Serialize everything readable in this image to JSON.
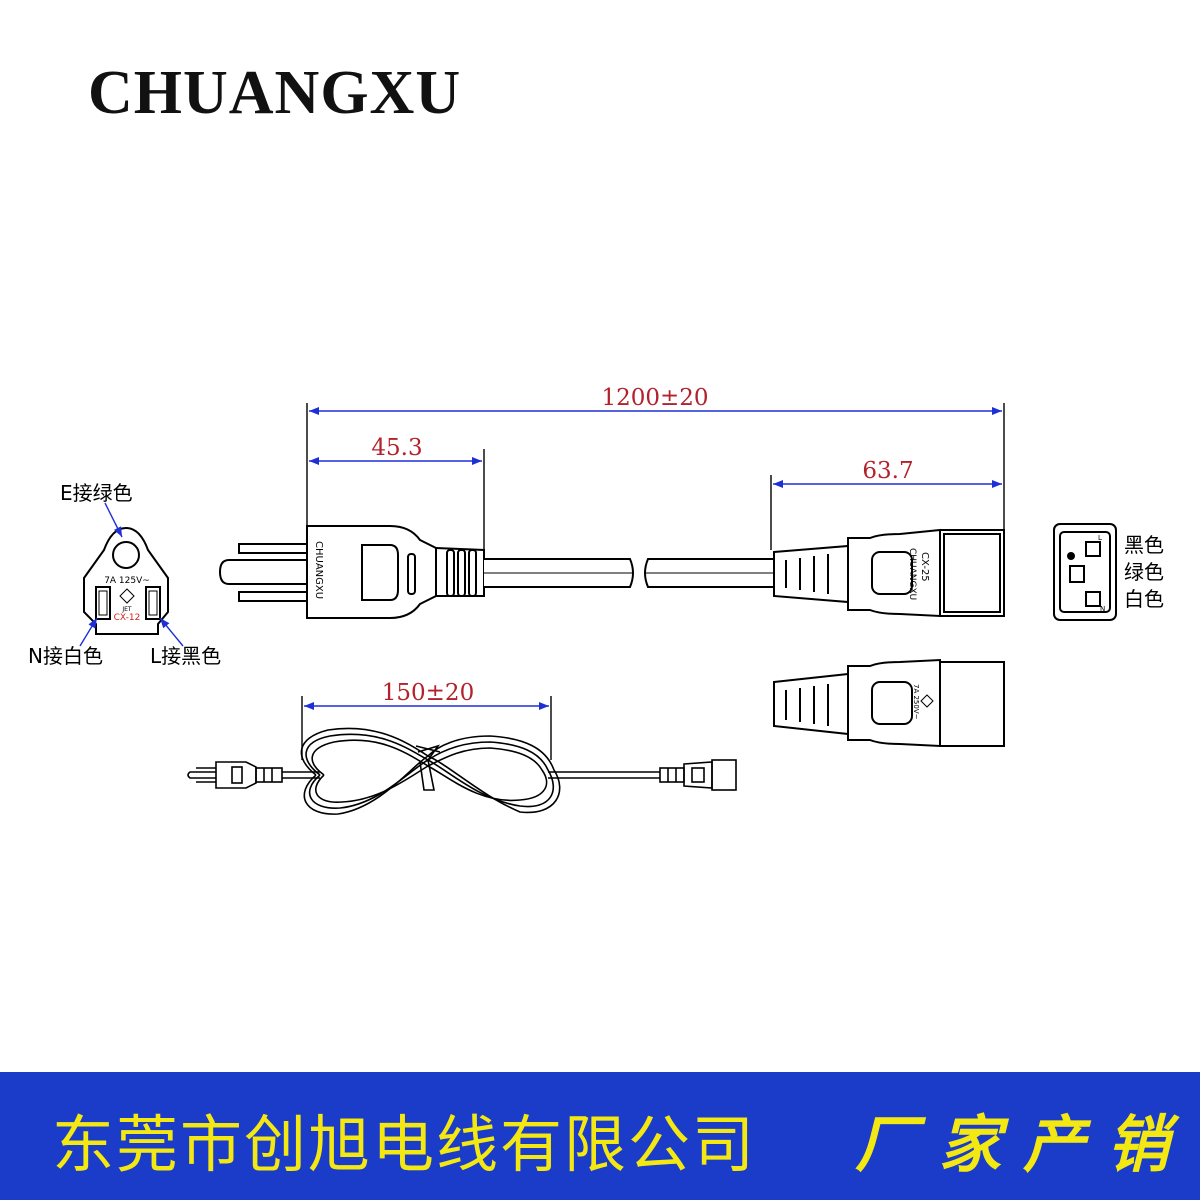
{
  "brand": "CHUANGXU",
  "dimensions": {
    "overall_length": "1200±20",
    "plug_length": "45.3",
    "connector_length": "63.7",
    "bundle_length": "150±20"
  },
  "plug_face": {
    "earth_label": "E接绿色",
    "neutral_label": "N接白色",
    "live_label": "L接黑色",
    "rating": "7A 125V~",
    "cert_mark": "JET",
    "model": "CX-12"
  },
  "plug_body_text": "CHUANGXU",
  "connector_body_text": "CHUANGXU",
  "connector_model": "CX-25",
  "connector_rating": "7A 250V~",
  "socket_face": {
    "top_mark": "L",
    "bottom_mark": "N",
    "wire_colors": [
      "黑色",
      "绿色",
      "白色"
    ]
  },
  "footer": {
    "company": "东莞市创旭电线有限公司",
    "slogan": "厂家产销",
    "background_color": "#1a3cc8",
    "text_color": "#f4e812"
  },
  "colors": {
    "dimension_line": "#1f2fd6",
    "dimension_text": "#b3222c",
    "model_text": "#d42020"
  }
}
